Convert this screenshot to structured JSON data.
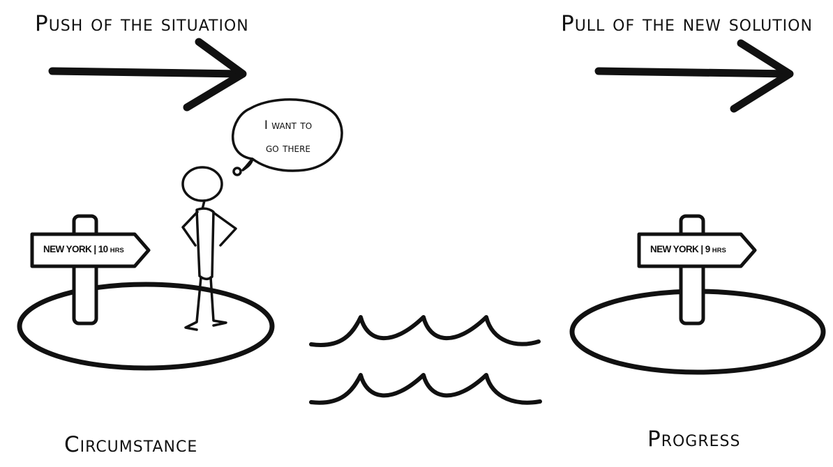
{
  "headings": {
    "push": "Push of the situation",
    "pull": "Pull of the new solution"
  },
  "thought_bubble": {
    "line1": "I want to",
    "line2": "go there"
  },
  "signs": {
    "left": {
      "destination": "NEW YORK",
      "separator": "|",
      "number": "10",
      "unit": "HRS"
    },
    "right": {
      "destination": "NEW YORK",
      "separator": "|",
      "number": "9",
      "unit": "HRS"
    }
  },
  "labels": {
    "left_island": "Circumstance",
    "right_island": "Progress"
  },
  "icons": [
    "arrow-right-icon",
    "arrow-right-icon",
    "signpost-icon",
    "signpost-icon",
    "stick-figure-icon",
    "thought-bubble-icon",
    "waves-icon"
  ],
  "colors": {
    "ink": "#111111",
    "background": "#ffffff"
  }
}
